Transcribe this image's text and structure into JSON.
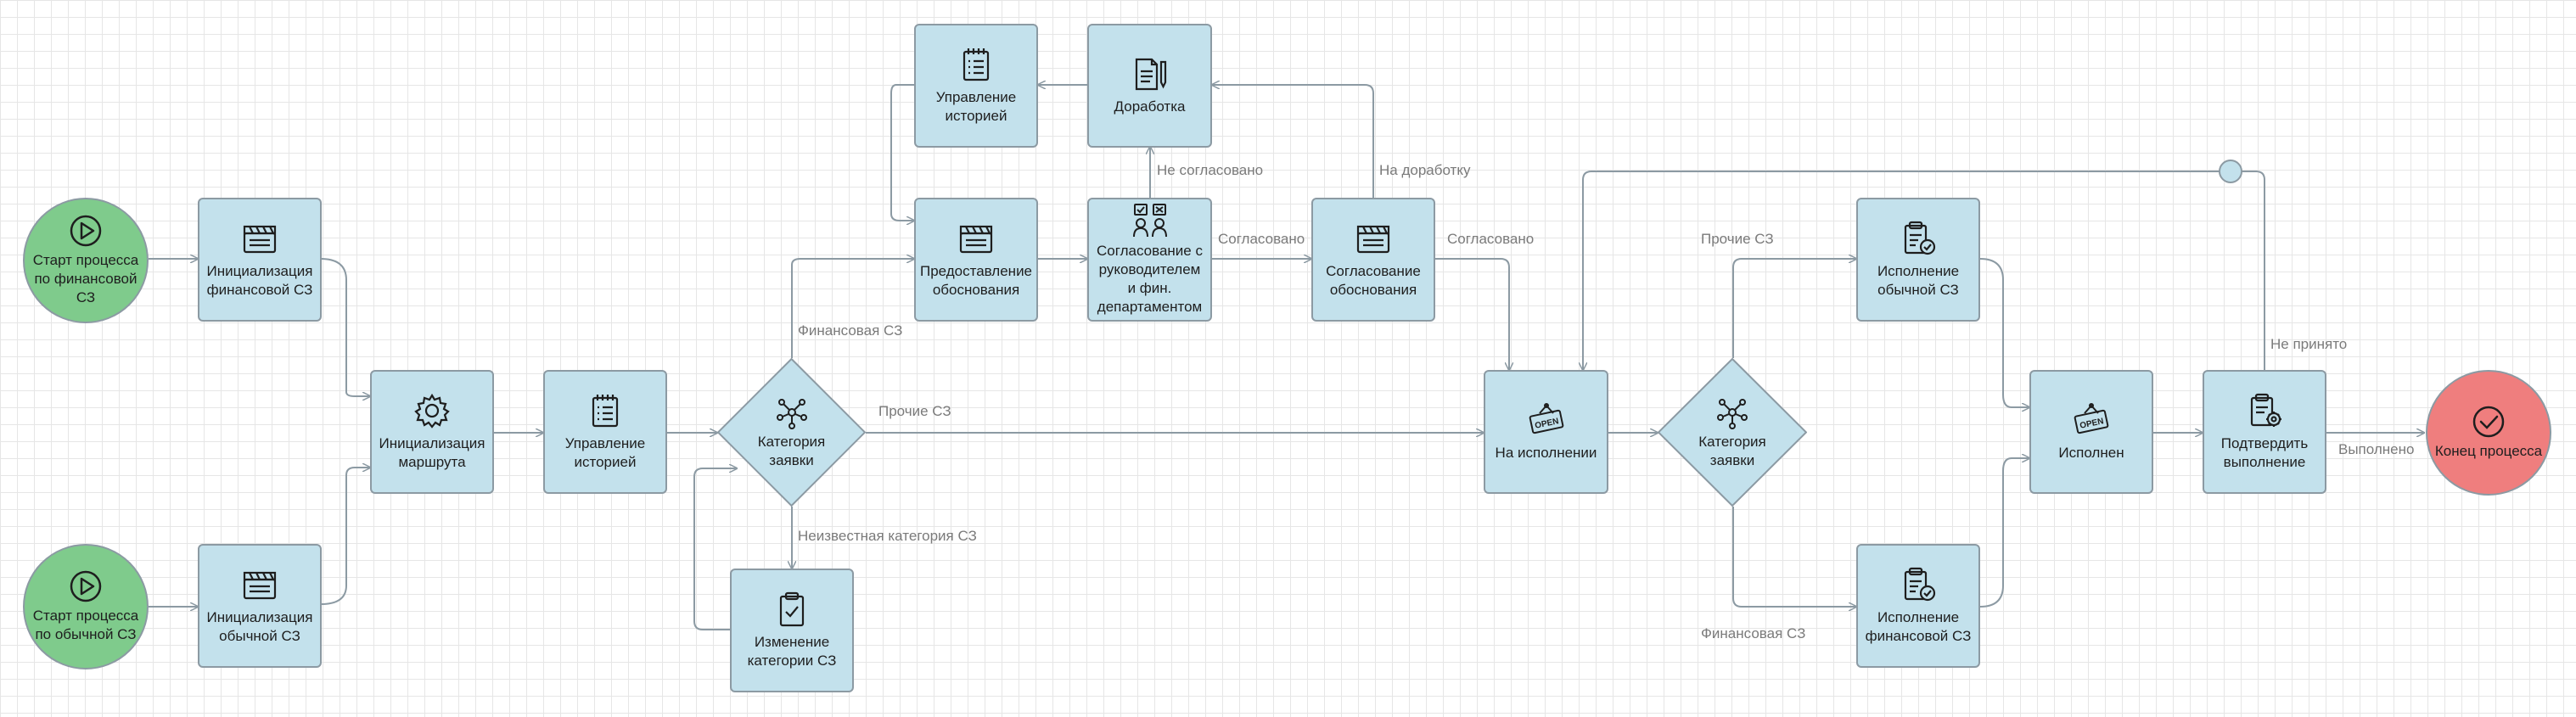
{
  "colors": {
    "task_fill": "#c3e1ec",
    "task_border": "#8c9aa3",
    "start_fill": "#7fcb8c",
    "end_fill": "#ef7e7e",
    "connector": "#8c9aa3",
    "edge_label": "#7a7a7a"
  },
  "nodes": {
    "start_fin": {
      "label": "Старт процесса\nпо финансовой\nСЗ",
      "icon": "play-icon"
    },
    "start_reg": {
      "label": "Старт процесса\nпо обычной СЗ",
      "icon": "play-icon"
    },
    "init_fin": {
      "label": "Инициализация\nфинансовой СЗ",
      "icon": "clapperboard-icon"
    },
    "init_reg": {
      "label": "Инициализация\nобычной СЗ",
      "icon": "clapperboard-icon"
    },
    "init_route": {
      "label": "Инициализация\nмаршрута",
      "icon": "gear-icon"
    },
    "history1": {
      "label": "Управление\nисторией",
      "icon": "notepad-list-icon"
    },
    "category1": {
      "label": "Категория\nзаявки",
      "icon": "network-icon"
    },
    "change_cat": {
      "label": "Изменение\nкатегории СЗ",
      "icon": "clipboard-check-icon"
    },
    "history2": {
      "label": "Управление\nисторией",
      "icon": "notepad-list-icon"
    },
    "rework": {
      "label": "Доработка",
      "icon": "document-pencil-icon"
    },
    "provide": {
      "label": "Предоставление\nобоснования",
      "icon": "clapperboard-icon"
    },
    "approve_head": {
      "label": "Согласование с\nруководителем\nи фин.\nдепартаментом",
      "icon": "approval-people-icon"
    },
    "approve_just": {
      "label": "Согласование\nобоснования",
      "icon": "clapperboard-icon"
    },
    "in_progress": {
      "label": "На исполнении",
      "icon": "open-sign-icon"
    },
    "category2": {
      "label": "Категория\nзаявки",
      "icon": "network-icon"
    },
    "exec_reg": {
      "label": "Исполнение\nобычной СЗ",
      "icon": "clipboard-done-icon"
    },
    "exec_fin": {
      "label": "Исполнение\nфинансовой СЗ",
      "icon": "clipboard-done-icon"
    },
    "done": {
      "label": "Исполнен",
      "icon": "open-sign-icon"
    },
    "confirm": {
      "label": "Подтвердить\nвыполнение",
      "icon": "clipboard-gear-icon"
    },
    "end": {
      "label": "Конец процесса",
      "icon": "check-circle-icon"
    }
  },
  "edge_labels": {
    "fin_sz": "Финансовая СЗ",
    "other_sz": "Прочие СЗ",
    "unknown_cat": "Неизвестная категория СЗ",
    "not_agreed": "Не согласовано",
    "agreed1": "Согласовано",
    "for_rework": "На доработку",
    "agreed2": "Согласовано",
    "other_sz2": "Прочие СЗ",
    "fin_sz2": "Финансовая СЗ",
    "not_accepted": "Не принято",
    "completed": "Выполнено"
  }
}
